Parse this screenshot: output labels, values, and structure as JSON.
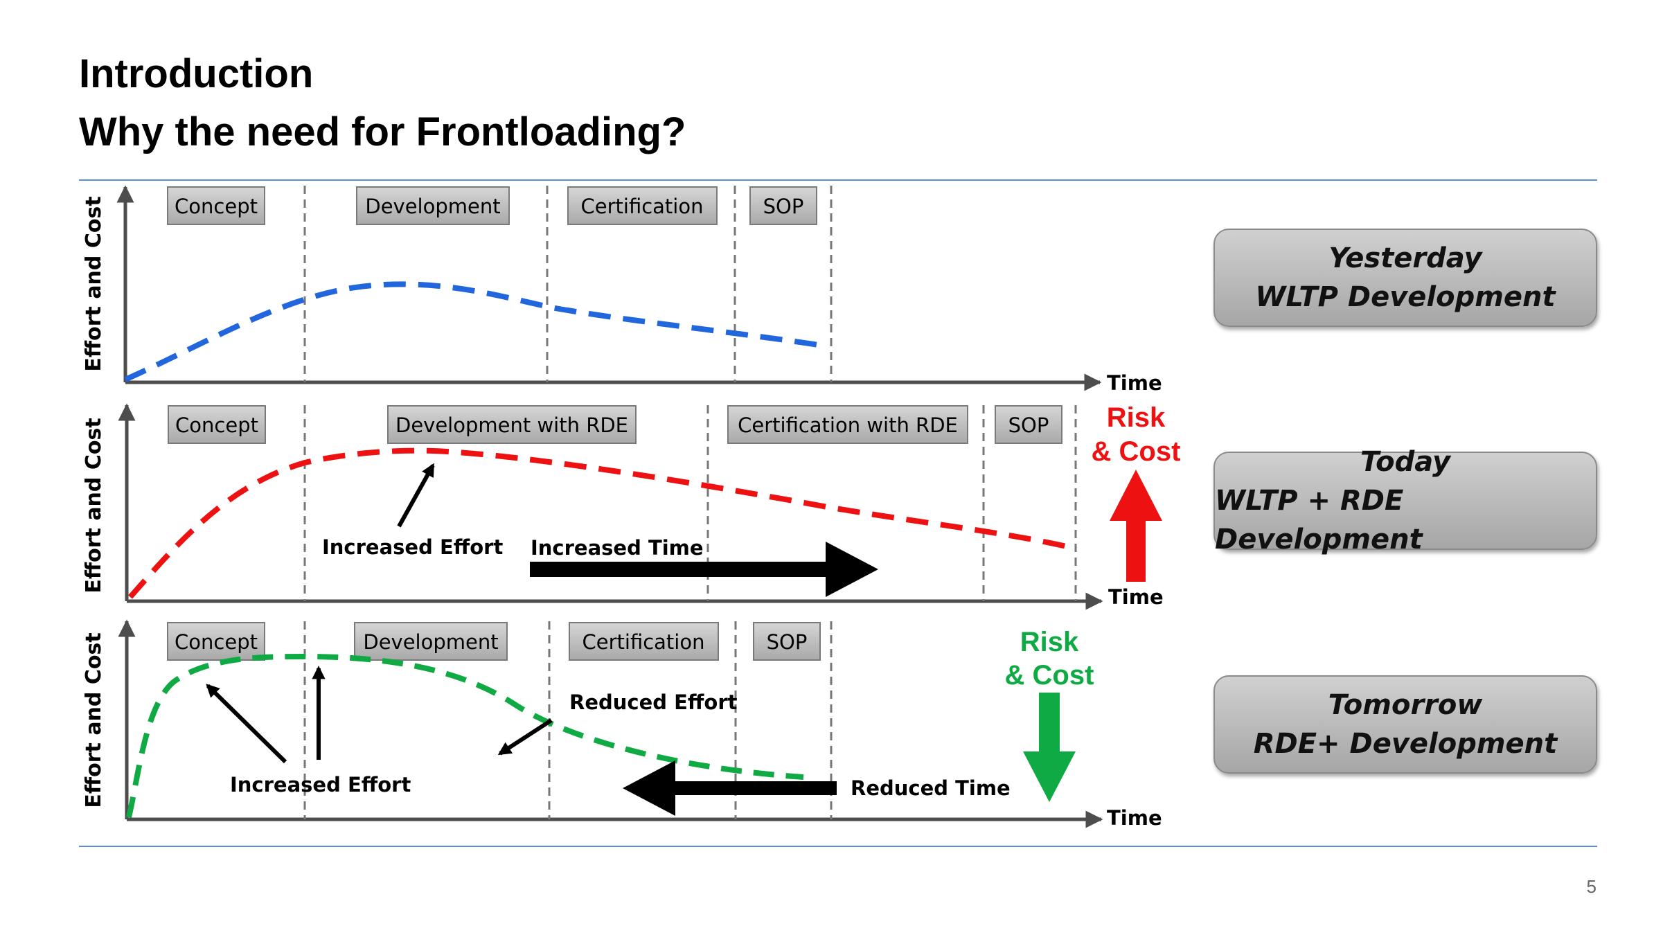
{
  "header": {
    "title_line1": "Introduction",
    "title_line2": "Why the need for Frontloading?"
  },
  "page_number": "5",
  "axis": {
    "y_label": "Effort and Cost",
    "x_label": "Time"
  },
  "colors": {
    "yesterday": "#2266dd",
    "today": "#ee1111",
    "tomorrow": "#10aa44",
    "accent_rule": "#5b8fd4"
  },
  "panels": [
    {
      "phases": [
        "Concept",
        "Development",
        "Certification",
        "SOP"
      ],
      "side_box": {
        "line1": "Yesterday",
        "line2": "WLTP Development"
      }
    },
    {
      "phases": [
        "Concept",
        "Development with RDE",
        "Certification with RDE",
        "SOP"
      ],
      "side_box": {
        "line1": "Today",
        "line2": "WLTP + RDE Development"
      },
      "annotations": {
        "effort": "Increased Effort",
        "time": "Increased Time"
      },
      "risk": {
        "line1": "Risk",
        "line2": "& Cost"
      }
    },
    {
      "phases": [
        "Concept",
        "Development",
        "Certification",
        "SOP"
      ],
      "side_box": {
        "line1": "Tomorrow",
        "line2": "RDE+ Development"
      },
      "annotations": {
        "effort_increase": "Increased Effort",
        "effort_reduce": "Reduced Effort",
        "time": "Reduced Time"
      },
      "risk": {
        "line1": "Risk",
        "line2": "& Cost"
      }
    }
  ]
}
